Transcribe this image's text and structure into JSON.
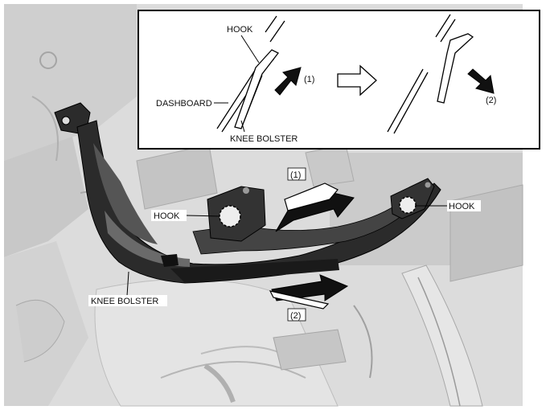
{
  "labels": {
    "inset_hook": "HOOK",
    "inset_dashboard": "DASHBOARD",
    "inset_knee_bolster": "KNEE BOLSTER",
    "inset_step_1": "(1)",
    "inset_step_2": "(2)",
    "main_hook_left": "HOOK",
    "main_hook_right": "HOOK",
    "main_knee_bolster": "KNEE BOLSTER",
    "main_step_1": "(1)",
    "main_step_2": "(2)"
  },
  "colors": {
    "background_gray": "#d6d6d6",
    "part_dark": "#2b2b2b",
    "outline": "#000000",
    "hook_marker": "#ffffff"
  },
  "icons": {
    "direction_arrow": "thick-arrow-icon",
    "sequence_arrow": "outline-arrow-icon",
    "hook_marker": "dashed-circle-icon"
  }
}
